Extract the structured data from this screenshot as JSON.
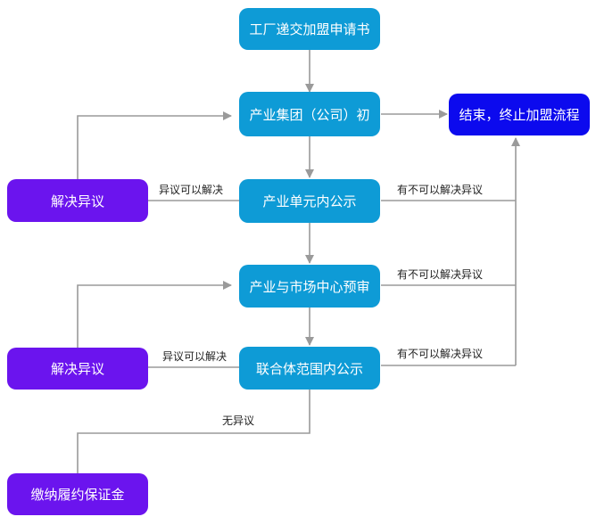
{
  "nodes": {
    "n1": "工厂递交加盟申请书",
    "n2": "产业集团（公司）初",
    "n3": "结束，终止加盟流程",
    "n4": "解决异议",
    "n5": "产业单元内公示",
    "n6": "产业与市场中心预审",
    "n7": "解决异议",
    "n8": "联合体范围内公示",
    "n9": "缴纳履约保证金"
  },
  "edge_labels": {
    "objection_resolvable_1": "异议可以解决",
    "unresolvable_1": "有不可以解决异议",
    "unresolvable_2": "有不可以解决异议",
    "objection_resolvable_2": "异议可以解决",
    "unresolvable_3": "有不可以解决异议",
    "no_objection": "无异议"
  },
  "colors": {
    "process_node": "#0e9bd6",
    "resolve_node": "#6b14ee",
    "end_node": "#0c0aee",
    "connector": "#9a9a9a"
  }
}
